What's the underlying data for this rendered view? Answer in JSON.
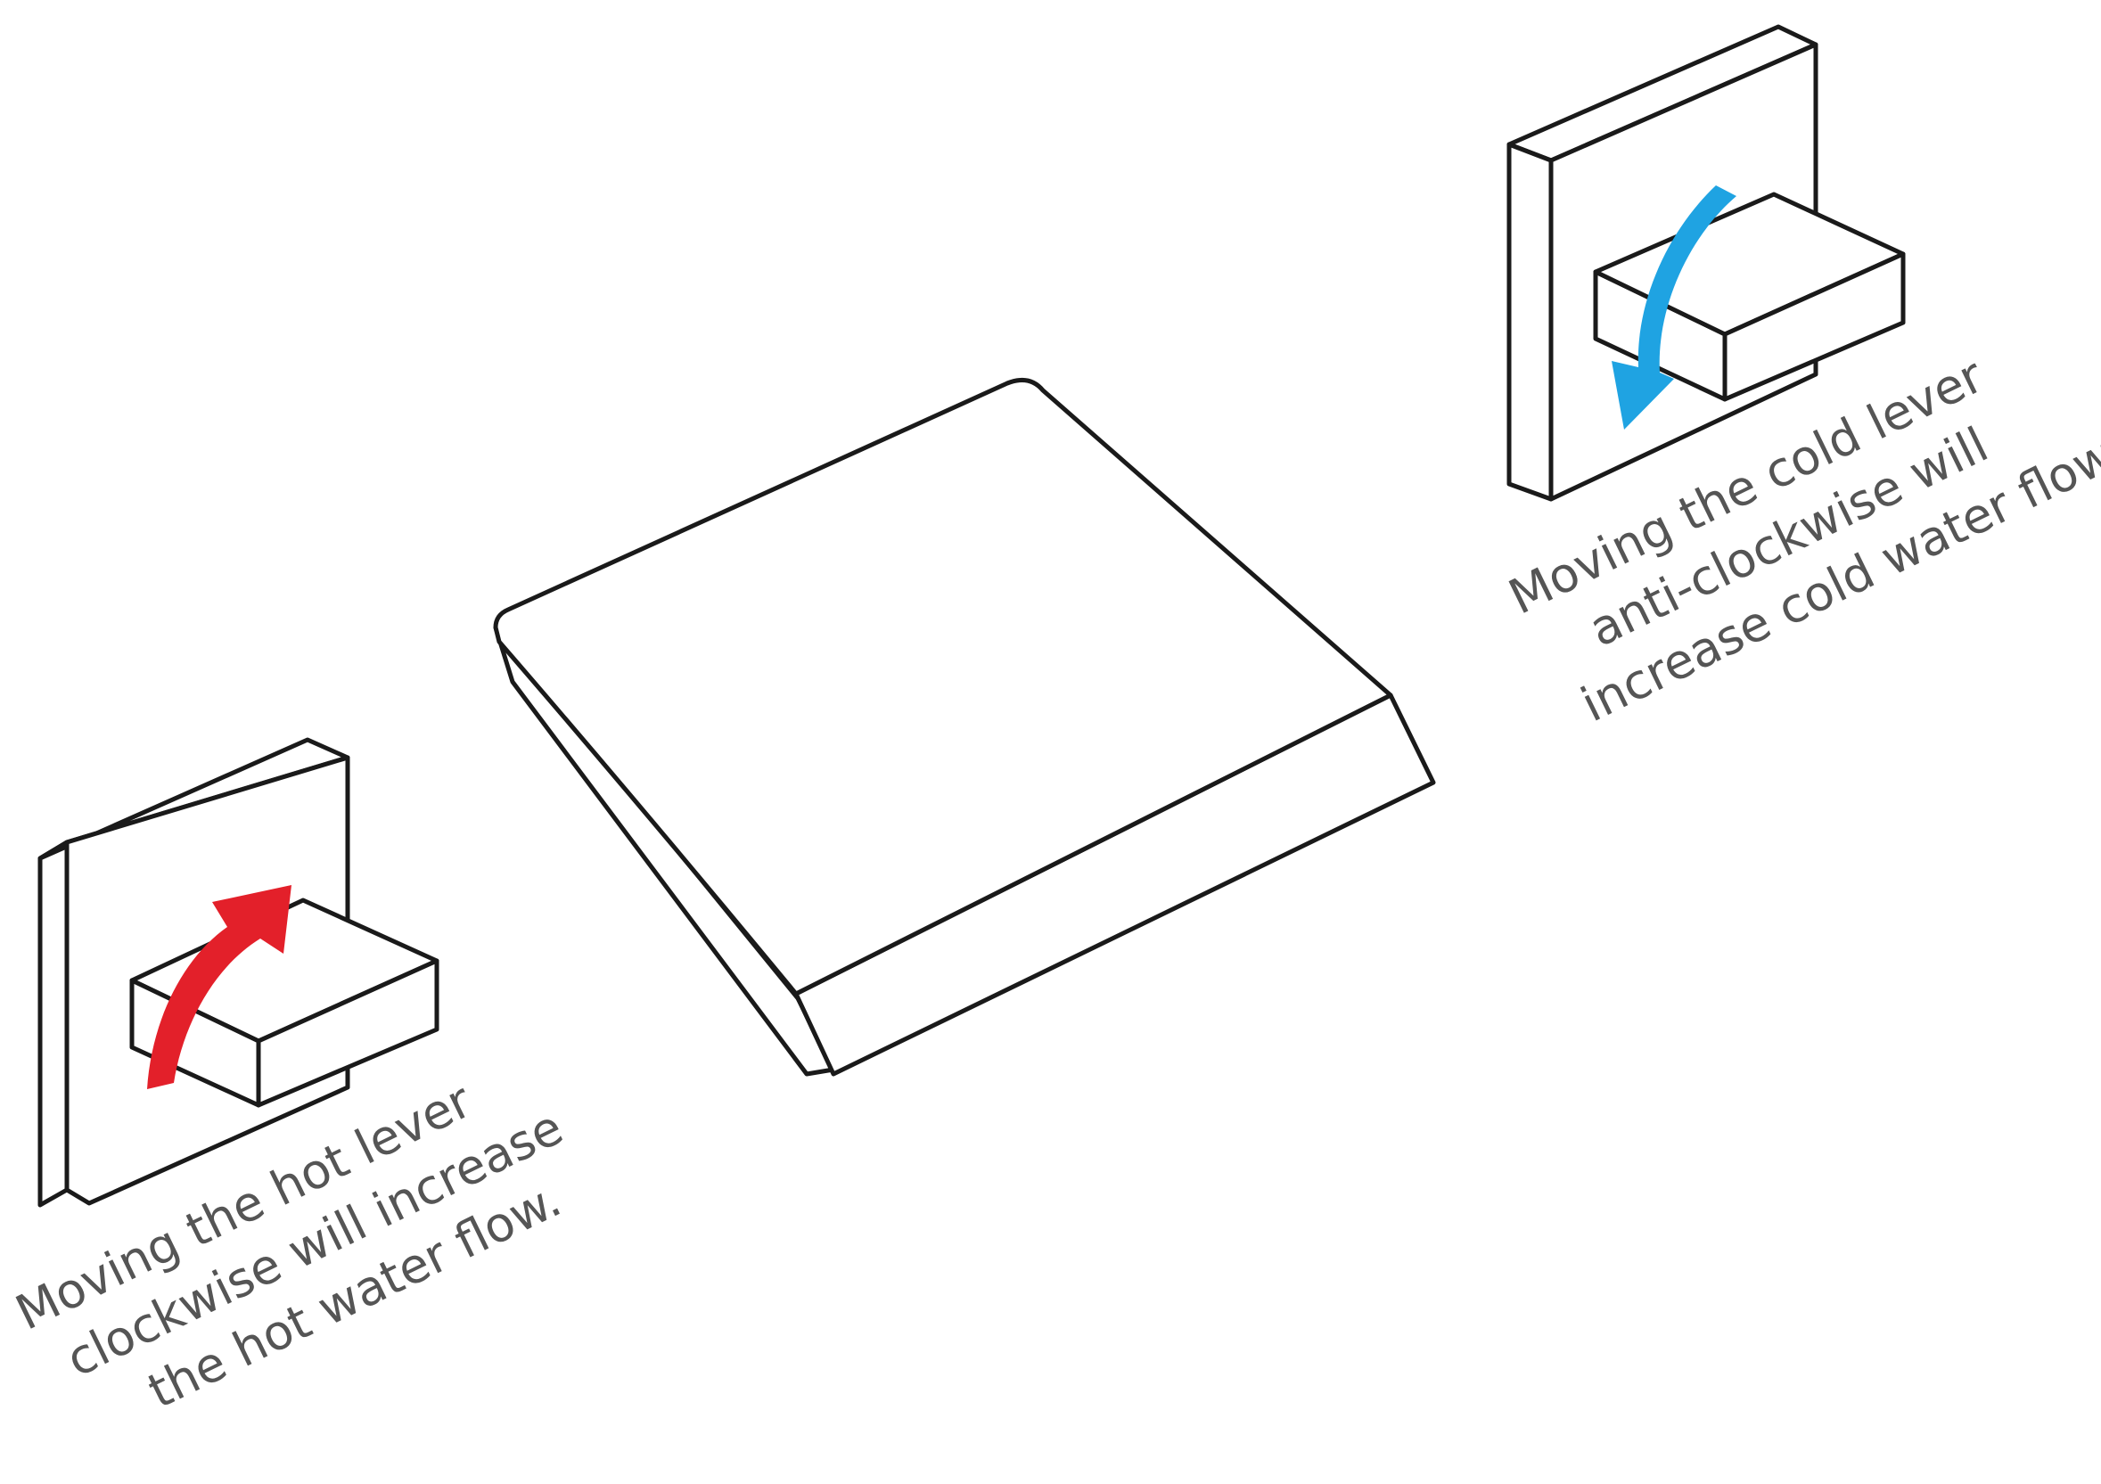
{
  "hot_caption": {
    "line1": "Moving the hot lever",
    "line2": "clockwise will increase",
    "line3": "the hot water flow."
  },
  "cold_caption": {
    "line1": "Moving the cold lever",
    "line2": "anti-clockwise will",
    "line3": "increase cold water flow."
  },
  "colors": {
    "hot_arrow": "#e3202a",
    "cold_arrow": "#1fa3e2",
    "line": "#1a1a1a",
    "caption_text": "#555555"
  },
  "icons": {
    "hot_arrow": "clockwise-arrow-icon",
    "cold_arrow": "anticlockwise-arrow-icon"
  }
}
